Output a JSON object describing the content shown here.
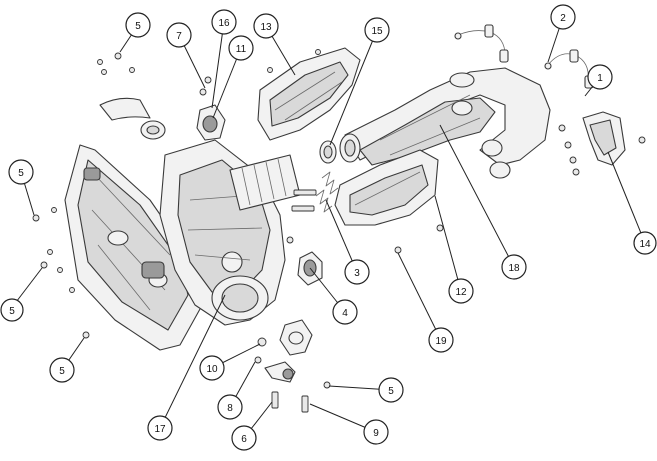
{
  "callouts": [
    {
      "id": "c1",
      "label": "1"
    },
    {
      "id": "c2",
      "label": "2"
    },
    {
      "id": "c3",
      "label": "3"
    },
    {
      "id": "c4",
      "label": "4"
    },
    {
      "id": "c5a",
      "label": "5"
    },
    {
      "id": "c5b",
      "label": "5"
    },
    {
      "id": "c5c",
      "label": "5"
    },
    {
      "id": "c5d",
      "label": "5"
    },
    {
      "id": "c5e",
      "label": "5"
    },
    {
      "id": "c6",
      "label": "6"
    },
    {
      "id": "c7",
      "label": "7"
    },
    {
      "id": "c8",
      "label": "8"
    },
    {
      "id": "c9",
      "label": "9"
    },
    {
      "id": "c10",
      "label": "10"
    },
    {
      "id": "c11",
      "label": "11"
    },
    {
      "id": "c12",
      "label": "12"
    },
    {
      "id": "c13",
      "label": "13"
    },
    {
      "id": "c14",
      "label": "14"
    },
    {
      "id": "c15",
      "label": "15"
    },
    {
      "id": "c16",
      "label": "16"
    },
    {
      "id": "c17",
      "label": "17"
    },
    {
      "id": "c18",
      "label": "18"
    },
    {
      "id": "c19",
      "label": "19"
    }
  ]
}
